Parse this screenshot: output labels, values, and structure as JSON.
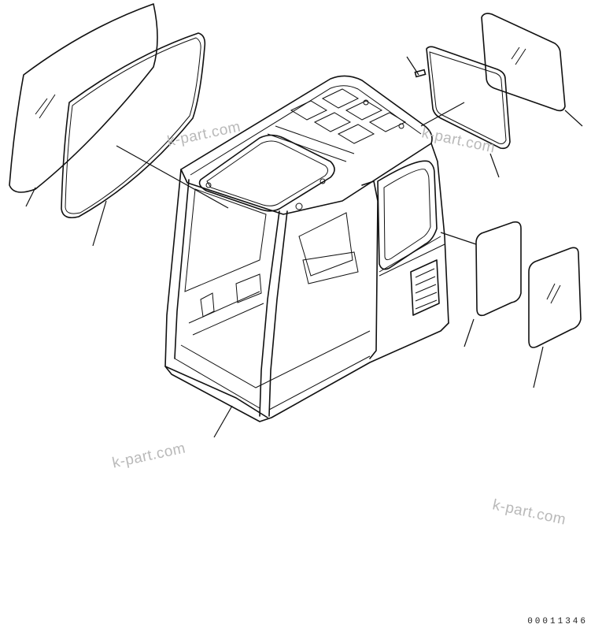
{
  "watermarks": [
    "k-part.com",
    "k-part.com",
    "k-part.com",
    "k-part.com"
  ],
  "drawing_number": "00011346"
}
